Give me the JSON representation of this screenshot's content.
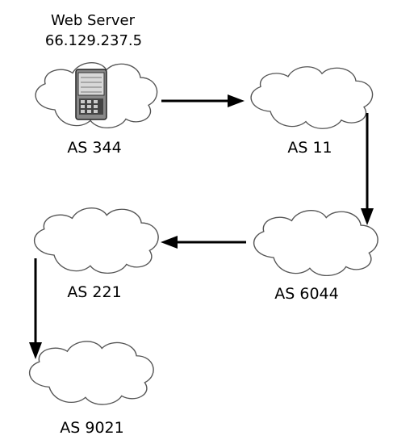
{
  "web_server": {
    "title": "Web Server",
    "ip": "66.129.237.5"
  },
  "nodes": {
    "as344": {
      "label": "AS 344"
    },
    "as11": {
      "label": "AS 11"
    },
    "as6044": {
      "label": "AS 6044"
    },
    "as221": {
      "label": "AS 221"
    },
    "as9021": {
      "label": "AS 9021"
    }
  },
  "icons": {
    "server": "server-icon",
    "cloud": "cloud-icon"
  },
  "colors": {
    "background": "#ffffff",
    "cloud_stroke": "#555555",
    "arrow": "#000000"
  }
}
